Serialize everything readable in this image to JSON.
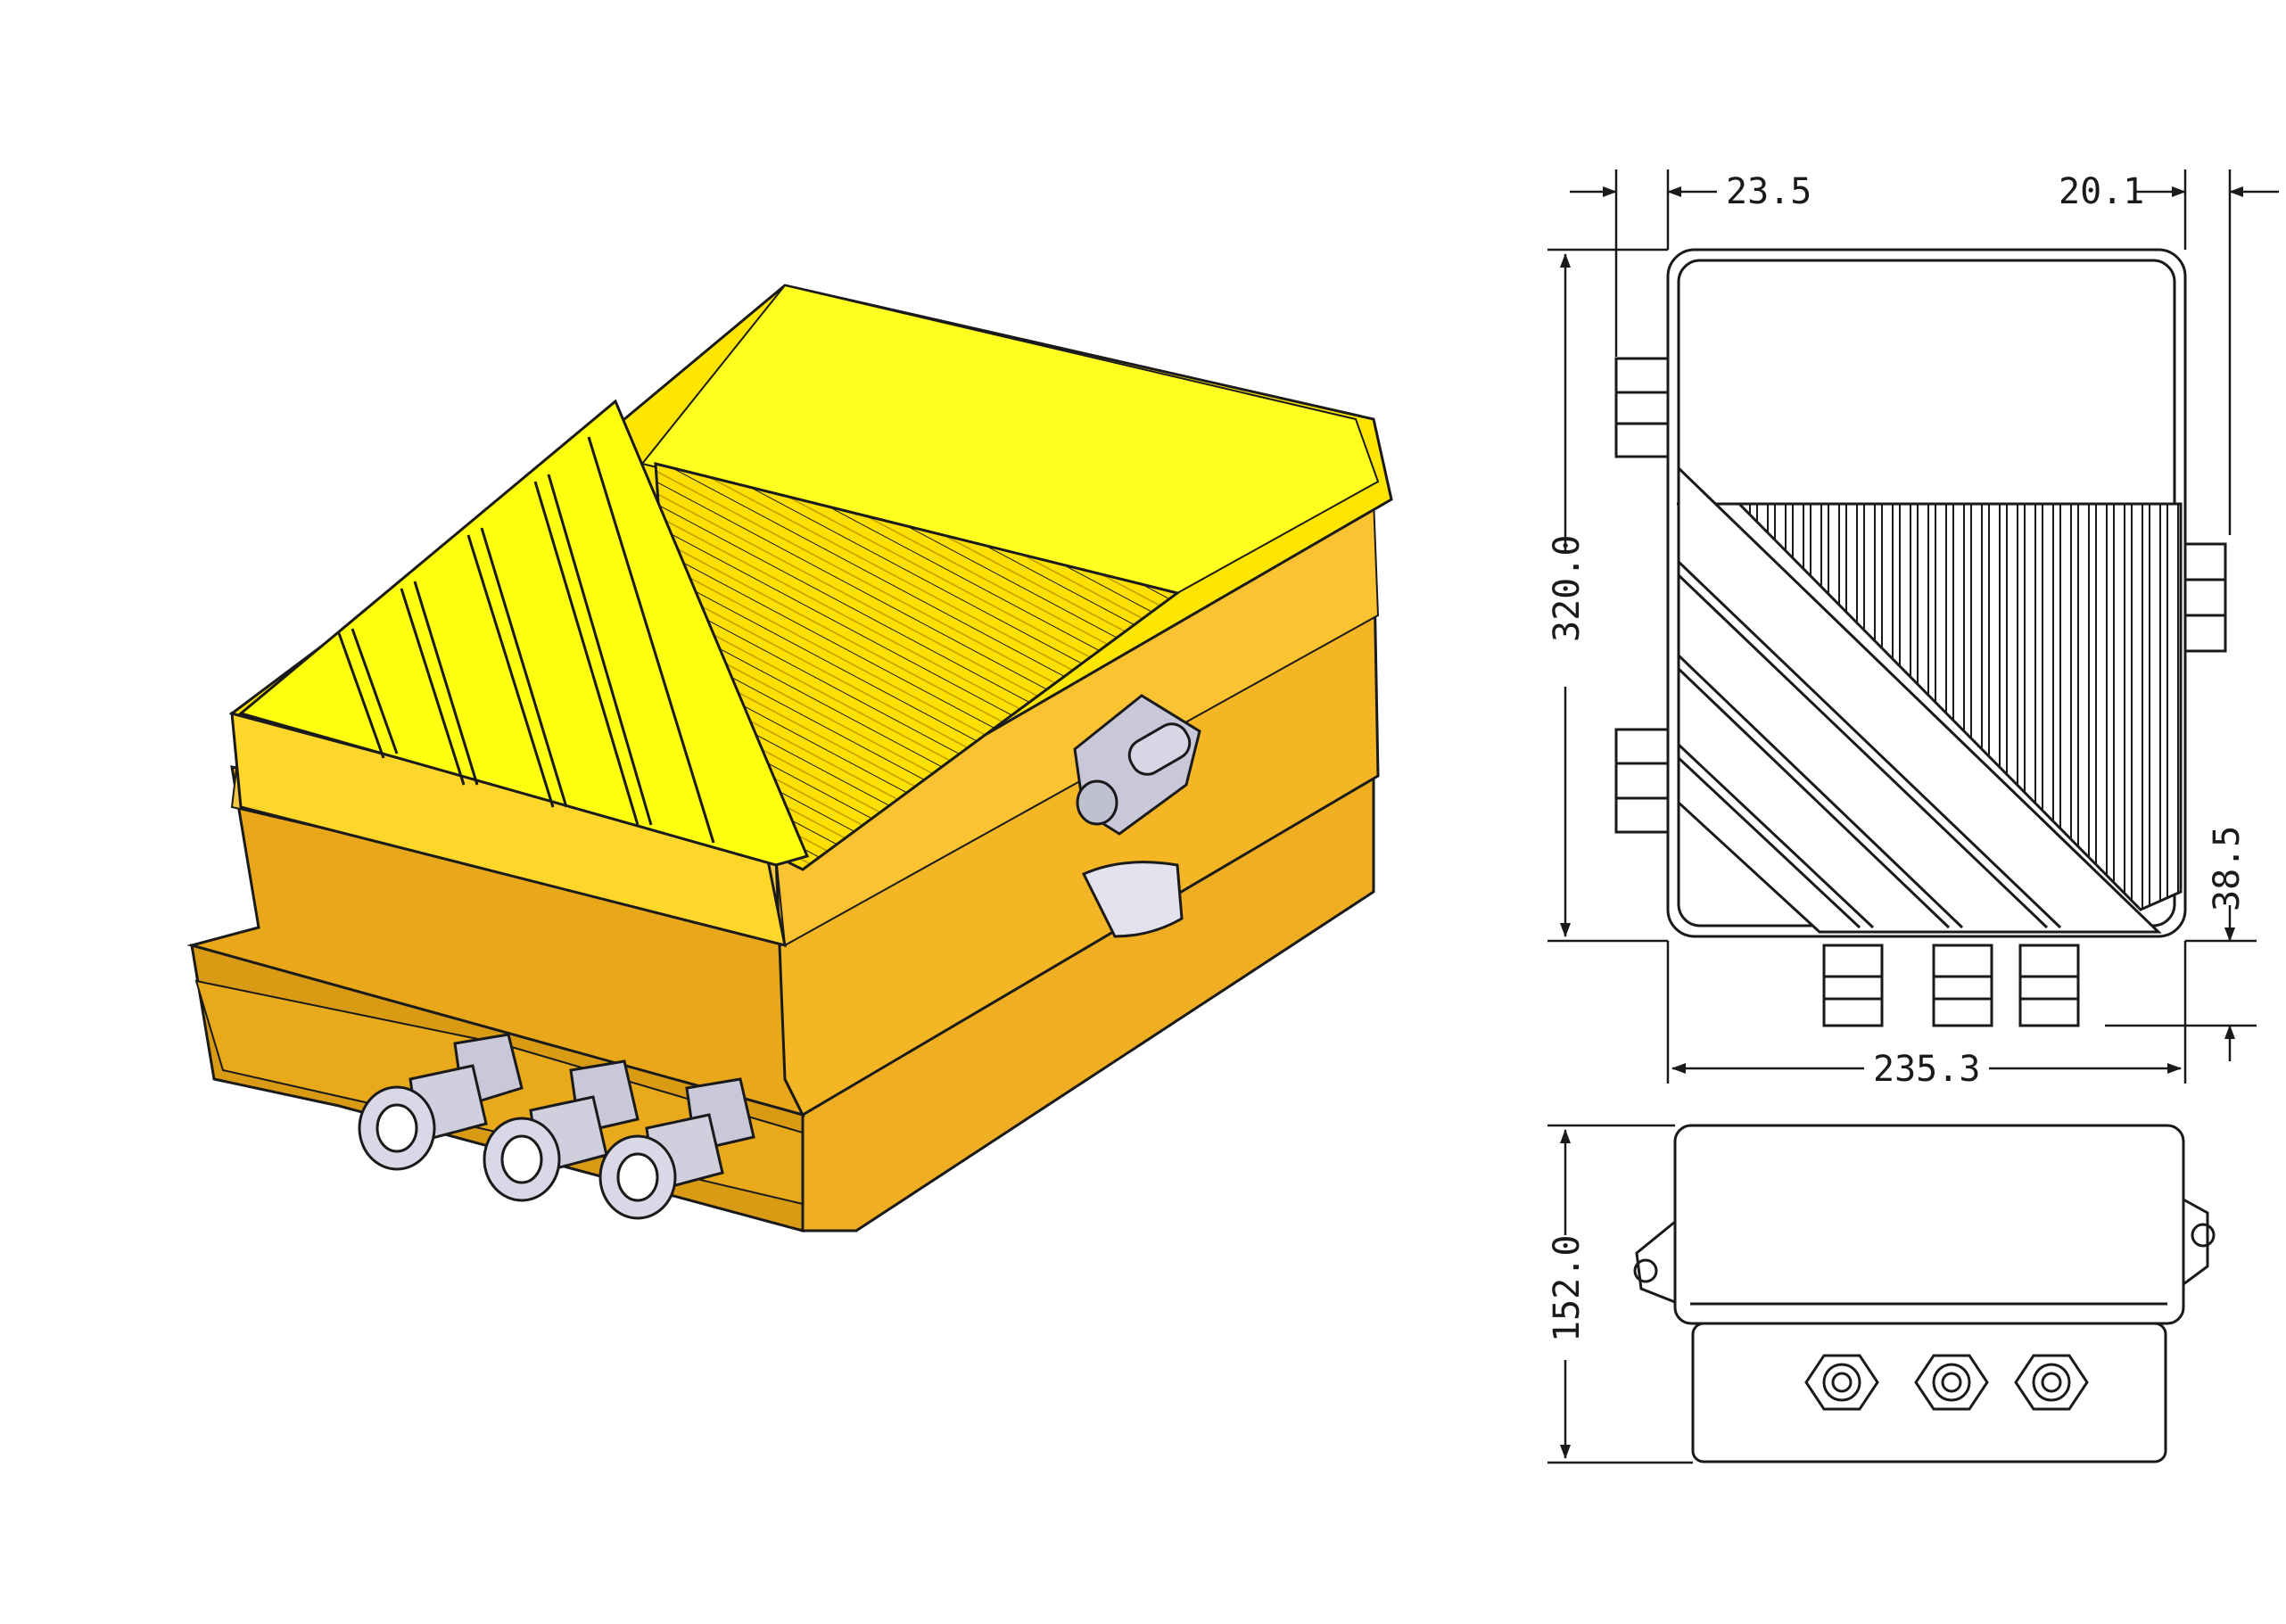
{
  "dimensions": {
    "left_offset": "23.5",
    "right_offset": "20.1",
    "height": "320.0",
    "gland_height": "38.5",
    "width": "235.3",
    "depth": "152.0"
  },
  "colors": {
    "housing_yellow": "#ffd400",
    "housing_orange": "#f2b21c",
    "housing_shadow": "#d99a14",
    "lid_bright": "#ffff20",
    "gland_grey": "#c8c8d8",
    "line": "#1a1a1a"
  },
  "views": [
    "isometric-3d-view",
    "front-view",
    "side-view"
  ],
  "cable_glands_count": 3
}
